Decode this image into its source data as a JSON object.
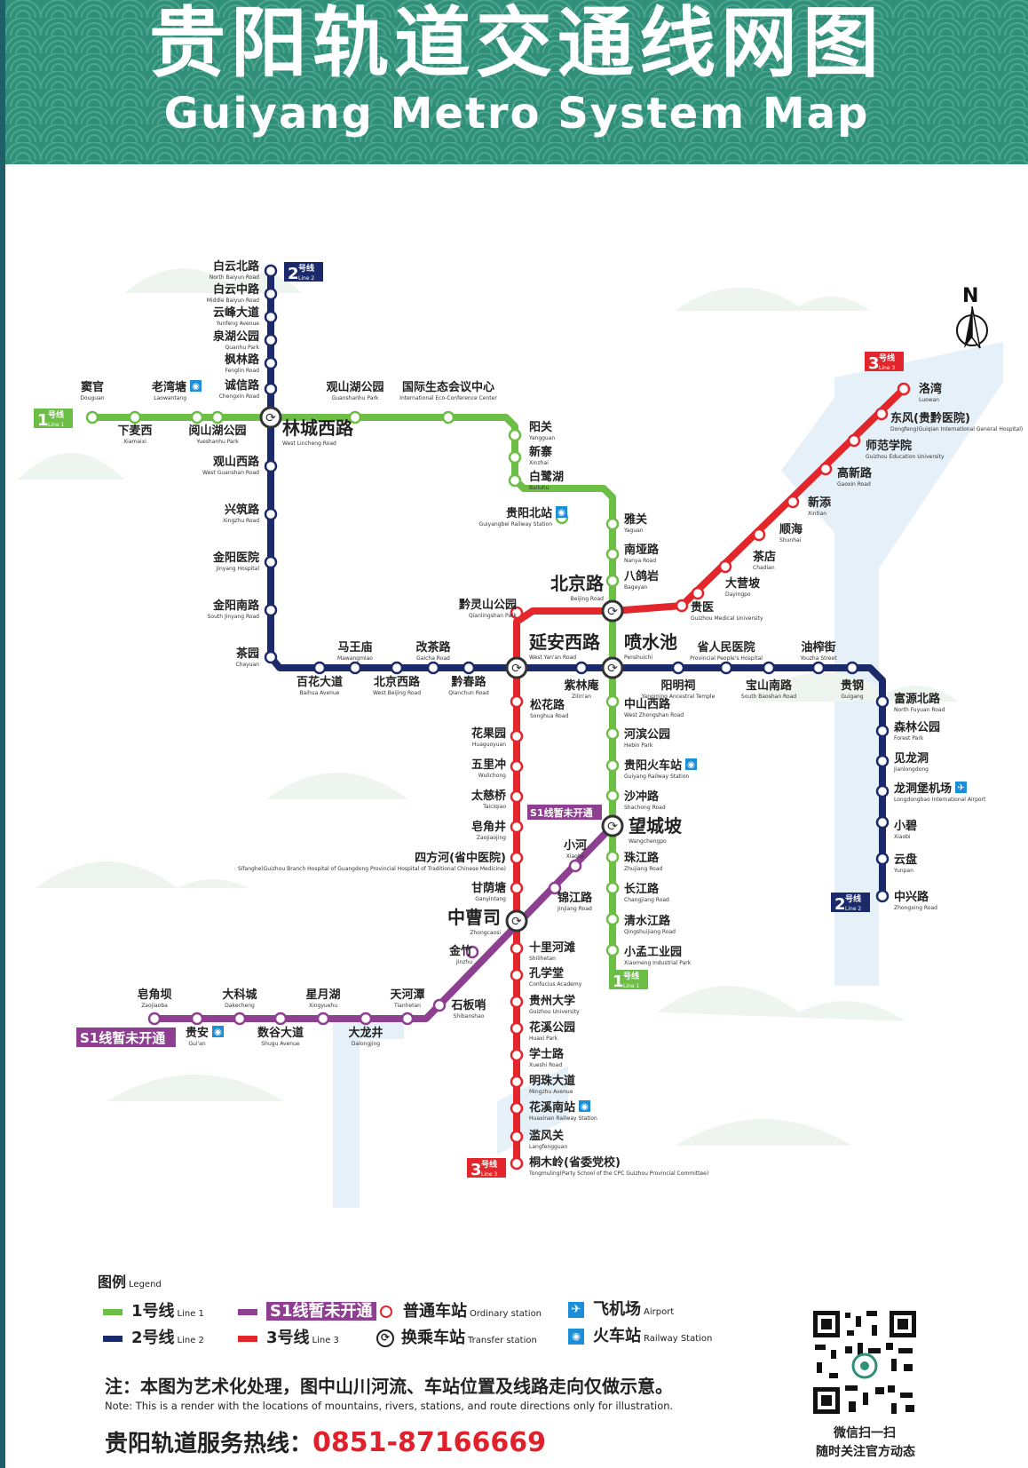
{
  "header": {
    "title_cn": "贵阳轨道交通线网图",
    "title_en": "Guiyang Metro System Map"
  },
  "colors": {
    "line1": "#6cbe45",
    "line2": "#1b2a6b",
    "line3": "#e2262b",
    "s1": "#8e3f91",
    "header_bg": "#2f8f78",
    "river": "#e3eef8"
  },
  "compass": "N",
  "line_tags": {
    "line1_west": {
      "num": "1",
      "cn": "号线",
      "en": "Line 1"
    },
    "line1_south": {
      "num": "1",
      "cn": "号线",
      "en": "Line 1"
    },
    "line2_north": {
      "num": "2",
      "cn": "号线",
      "en": "Line 2"
    },
    "line2_south": {
      "num": "2",
      "cn": "号线",
      "en": "Line 2"
    },
    "line3_ne": {
      "num": "3",
      "cn": "号线",
      "en": "Line 3"
    },
    "line3_south": {
      "num": "3",
      "cn": "号线",
      "en": "Line 3"
    },
    "s1_west": "S1线暂未开通",
    "s1_mid": "S1线暂未开通"
  },
  "stations": [
    {
      "cn": "白云北路",
      "en": "North Baiyun Road"
    },
    {
      "cn": "白云中路",
      "en": "Middle Baiyun Road"
    },
    {
      "cn": "云峰大道",
      "en": "Yunfeng Avenue"
    },
    {
      "cn": "泉湖公园",
      "en": "Quanhu Park"
    },
    {
      "cn": "枫林路",
      "en": "Fenglin Road"
    },
    {
      "cn": "诚信路",
      "en": "Chengxin Road"
    },
    {
      "cn": "老湾塘",
      "en": "Laowantang"
    },
    {
      "cn": "窦官",
      "en": "Douguan"
    },
    {
      "cn": "下麦西",
      "en": "Xiamaixi"
    },
    {
      "cn": "阅山湖公园",
      "en": "Yueshanhu Park"
    },
    {
      "cn": "林城西路",
      "en": "West Lincheng Road"
    },
    {
      "cn": "观山湖公园",
      "en": "Guanshanhu Park"
    },
    {
      "cn": "国际生态会议中心",
      "en": "International Eco-Conference Center"
    },
    {
      "cn": "观山西路",
      "en": "West Guanshan Road"
    },
    {
      "cn": "兴筑路",
      "en": "Xingzhu Road"
    },
    {
      "cn": "金阳医院",
      "en": "Jinyang Hospital"
    },
    {
      "cn": "金阳南路",
      "en": "South Jinyang Road"
    },
    {
      "cn": "茶园",
      "en": "Chayuan"
    },
    {
      "cn": "阳关",
      "en": "Yangguan"
    },
    {
      "cn": "新寨",
      "en": "Xinzhai"
    },
    {
      "cn": "白鹭湖",
      "en": "Bailuhu"
    },
    {
      "cn": "贵阳北站",
      "en": "Guiyangbei Railway Station"
    },
    {
      "cn": "雅关",
      "en": "Yaguan"
    },
    {
      "cn": "南垭路",
      "en": "Nanya Road"
    },
    {
      "cn": "八鸽岩",
      "en": "Bageyan"
    },
    {
      "cn": "北京路",
      "en": "Beijing Road"
    },
    {
      "cn": "黔灵山公园",
      "en": "Qianlingshan Park"
    },
    {
      "cn": "马王庙",
      "en": "Mawangmiao"
    },
    {
      "cn": "改茶路",
      "en": "Gaicha Road"
    },
    {
      "cn": "百花大道",
      "en": "Baihua Avenue"
    },
    {
      "cn": "北京西路",
      "en": "West Beijing Road"
    },
    {
      "cn": "黔春路",
      "en": "Qianchun Road"
    },
    {
      "cn": "延安西路",
      "en": "West Yan'an Road"
    },
    {
      "cn": "喷水池",
      "en": "Penshuichi"
    },
    {
      "cn": "省人民医院",
      "en": "Provincial People's Hospital"
    },
    {
      "cn": "油榨街",
      "en": "Youzha Street"
    },
    {
      "cn": "紫林庵",
      "en": "Zilin'an"
    },
    {
      "cn": "阳明祠",
      "en": "Yangming Ancestral Temple"
    },
    {
      "cn": "宝山南路",
      "en": "South Baoshan Road"
    },
    {
      "cn": "贵钢",
      "en": "Guigang"
    },
    {
      "cn": "松花路",
      "en": "Songhua Road"
    },
    {
      "cn": "中山西路",
      "en": "West Zhongshan Road"
    },
    {
      "cn": "河滨公园",
      "en": "Hebin Park"
    },
    {
      "cn": "贵阳火车站",
      "en": "Guiyang Railway Station"
    },
    {
      "cn": "沙冲路",
      "en": "Shachong Road"
    },
    {
      "cn": "望城坡",
      "en": "Wangchengpo"
    },
    {
      "cn": "珠江路",
      "en": "Zhujiang Road"
    },
    {
      "cn": "长江路",
      "en": "Changjiang Road"
    },
    {
      "cn": "清水江路",
      "en": "Qingshuijiang Road"
    },
    {
      "cn": "小孟工业园",
      "en": "Xiaomeng Industrial Park"
    },
    {
      "cn": "花果园",
      "en": "Huaguoyuan"
    },
    {
      "cn": "五里冲",
      "en": "Wulichong"
    },
    {
      "cn": "太慈桥",
      "en": "Taiciqiao"
    },
    {
      "cn": "皂角井",
      "en": "Zaojiaojing"
    },
    {
      "cn": "四方河(省中医院)",
      "en": "Sifanghe(Guizhou Branch Hospital of Guangdong Provincial Hospital of Traditional Chinese Medicine)"
    },
    {
      "cn": "甘荫塘",
      "en": "Ganyintang"
    },
    {
      "cn": "中曹司",
      "en": "Zhongcaosi"
    },
    {
      "cn": "小河",
      "en": "Xiaohe"
    },
    {
      "cn": "锦江路",
      "en": "Jinjiang Road"
    },
    {
      "cn": "金竹",
      "en": "Jinzhu"
    },
    {
      "cn": "十里河滩",
      "en": "Shilihetan"
    },
    {
      "cn": "孔学堂",
      "en": "Confucius Academy"
    },
    {
      "cn": "贵州大学",
      "en": "Guizhou University"
    },
    {
      "cn": "花溪公园",
      "en": "Huaxi Park"
    },
    {
      "cn": "学士路",
      "en": "Xueshi Road"
    },
    {
      "cn": "明珠大道",
      "en": "Mingzhu Avenue"
    },
    {
      "cn": "花溪南站",
      "en": "Huaxinan Railway Station"
    },
    {
      "cn": "滥风关",
      "en": "Langfengguan"
    },
    {
      "cn": "桐木岭(省委党校)",
      "en": "Tongmuling(Party School of the CPC Guizhou Provincial Committee)"
    },
    {
      "cn": "石板哨",
      "en": "Shibanshao"
    },
    {
      "cn": "天河潭",
      "en": "Tianhetan"
    },
    {
      "cn": "星月湖",
      "en": "Xingyuehu"
    },
    {
      "cn": "大科城",
      "en": "Dakecheng"
    },
    {
      "cn": "皂角坝",
      "en": "Zaojiaoba"
    },
    {
      "cn": "贵安",
      "en": "Gui'an"
    },
    {
      "cn": "数谷大道",
      "en": "Shugu Avenue"
    },
    {
      "cn": "大龙井",
      "en": "Dalongjing"
    },
    {
      "cn": "洛湾",
      "en": "Luowan"
    },
    {
      "cn": "东风(贵黔医院)",
      "en": "Dongfeng(Guiqian International General Hospital)"
    },
    {
      "cn": "师范学院",
      "en": "Guizhou Education University"
    },
    {
      "cn": "高新路",
      "en": "Gaoxin Road"
    },
    {
      "cn": "新添",
      "en": "Xintian"
    },
    {
      "cn": "顺海",
      "en": "Shunhai"
    },
    {
      "cn": "茶店",
      "en": "Chadian"
    },
    {
      "cn": "大营坡",
      "en": "Dayingpo"
    },
    {
      "cn": "贵医",
      "en": "Guizhou Medical University"
    },
    {
      "cn": "富源北路",
      "en": "North Fuyuan Road"
    },
    {
      "cn": "森林公园",
      "en": "Forest Park"
    },
    {
      "cn": "见龙洞",
      "en": "Jianlongdong"
    },
    {
      "cn": "龙洞堡机场",
      "en": "Longdongbao International Airport"
    },
    {
      "cn": "小碧",
      "en": "Xiaobi"
    },
    {
      "cn": "云盘",
      "en": "Yunpan"
    },
    {
      "cn": "中兴路",
      "en": "Zhongxing Road"
    }
  ],
  "legend": {
    "title": "图例",
    "title_en": "Legend",
    "line1": {
      "cn": "1号线",
      "en": "Line 1"
    },
    "line2": {
      "cn": "2号线",
      "en": "Line 2"
    },
    "line3": {
      "cn": "3号线",
      "en": "Line 3"
    },
    "s1": "S1线暂未开通",
    "ordinary": {
      "cn": "普通车站",
      "en": "Ordinary station"
    },
    "transfer": {
      "cn": "换乘车站",
      "en": "Transfer station"
    },
    "airport": {
      "cn": "飞机场",
      "en": "Airport"
    },
    "railway": {
      "cn": "火车站",
      "en": "Railway Station"
    }
  },
  "note": {
    "cn": "注：本图为艺术化处理，图中山川河流、车站位置及线路走向仅做示意。",
    "en": "Note: This is a render with the locations of mountains, rivers, stations, and route directions only for illustration."
  },
  "hotline": {
    "label": "贵阳轨道服务热线：",
    "number": "0851-87166669"
  },
  "qr": {
    "line1": "微信扫一扫",
    "line2": "随时关注官方动态"
  }
}
